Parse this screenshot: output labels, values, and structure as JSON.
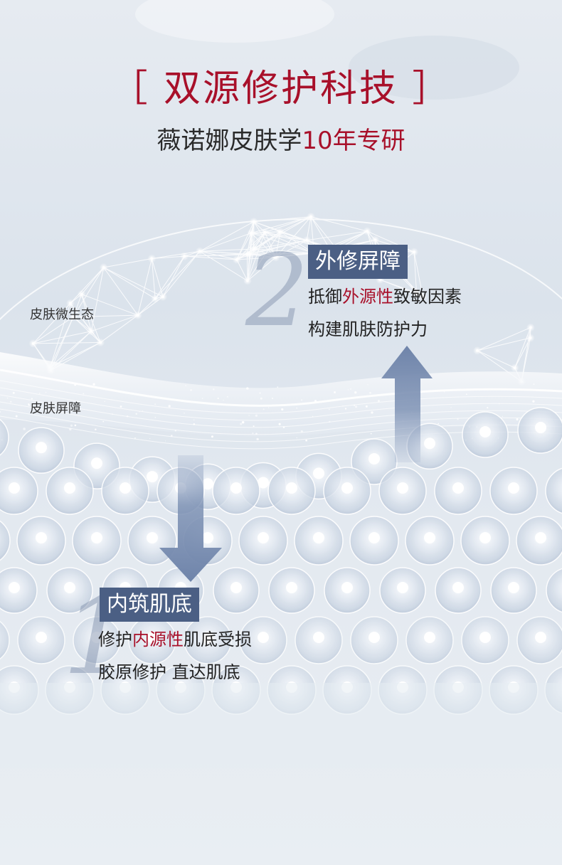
{
  "header": {
    "title": "［ 双源修护科技 ］",
    "subtitle_prefix": "薇诺娜皮肤学",
    "subtitle_highlight": "10年专研"
  },
  "layers": {
    "microecology": "皮肤微生态",
    "barrier": "皮肤屏障"
  },
  "step2": {
    "number": "2",
    "title": "外修屏障",
    "line1_prefix": "抵御",
    "line1_highlight": "外源性",
    "line1_suffix": "致敏因素",
    "line2": "构建肌肤防护力"
  },
  "step1": {
    "number": "1",
    "title": "内筑肌底",
    "line1_prefix": "修护",
    "line1_highlight": "内源性",
    "line1_suffix": "肌底受损",
    "line2": "胶原修护 直达肌底"
  },
  "colors": {
    "accent_red": "#a8102a",
    "label_bg": "#4b5f84",
    "arrow": "#7f93b5"
  }
}
